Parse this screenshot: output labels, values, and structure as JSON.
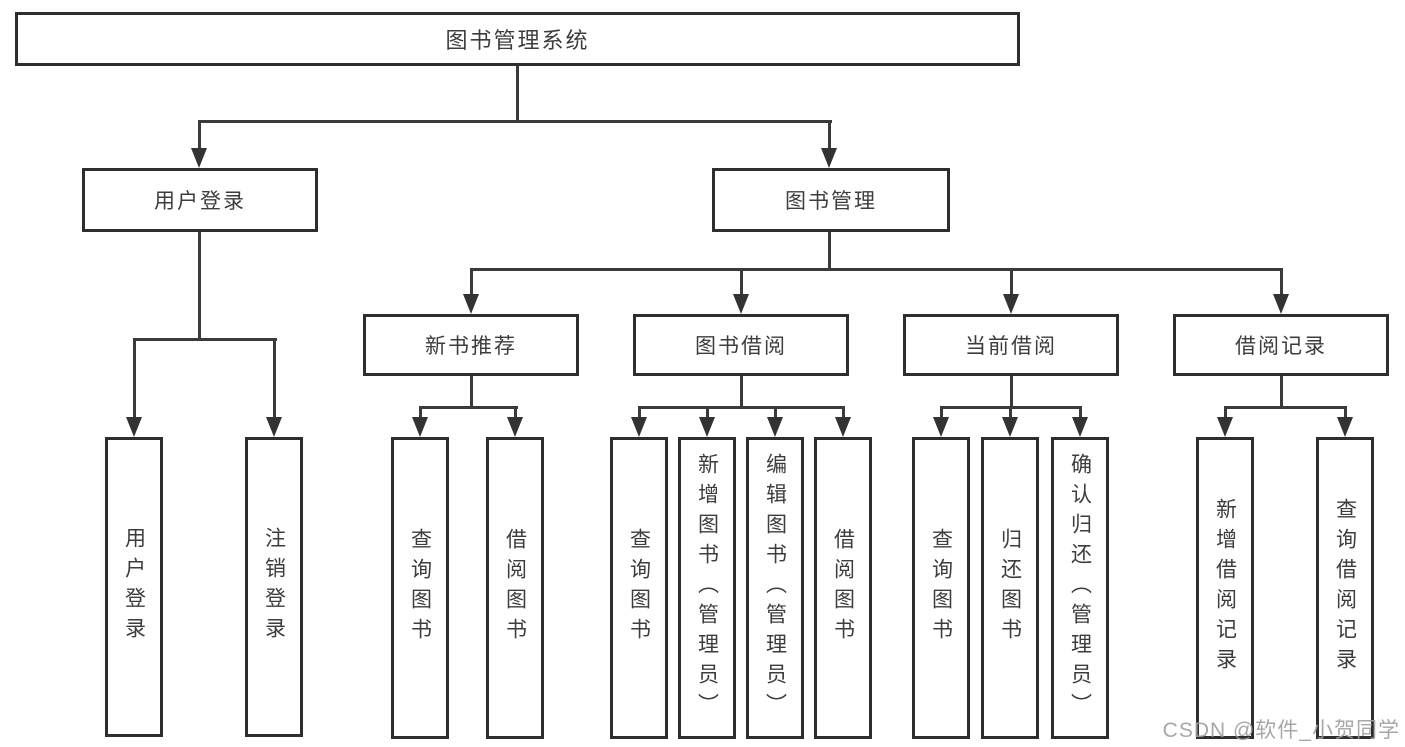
{
  "tree": {
    "root": "图书管理系统",
    "user_login": {
      "label": "用户登录",
      "children": [
        "用户登录",
        "注销登录"
      ]
    },
    "book_mgmt": {
      "label": "图书管理",
      "sections": [
        {
          "label": "新书推荐",
          "children": [
            "查询图书",
            "借阅图书"
          ]
        },
        {
          "label": "图书借阅",
          "children": [
            "查询图书",
            "新增图书（管理员）",
            "编辑图书（管理员）",
            "借阅图书"
          ]
        },
        {
          "label": "当前借阅",
          "children": [
            "查询图书",
            "归还图书",
            "确认归还（管理员）"
          ]
        },
        {
          "label": "借阅记录",
          "children": [
            "新增借阅记录",
            "查询借阅记录"
          ]
        }
      ]
    }
  },
  "watermark": "CSDN @软件_小贺同学",
  "colors": {
    "background": "#ffffff",
    "box_border": "#2e2e2e",
    "connector_line": "#3a3a3a",
    "text": "#3d3d3d",
    "watermark_text": "#9e9e9e"
  }
}
